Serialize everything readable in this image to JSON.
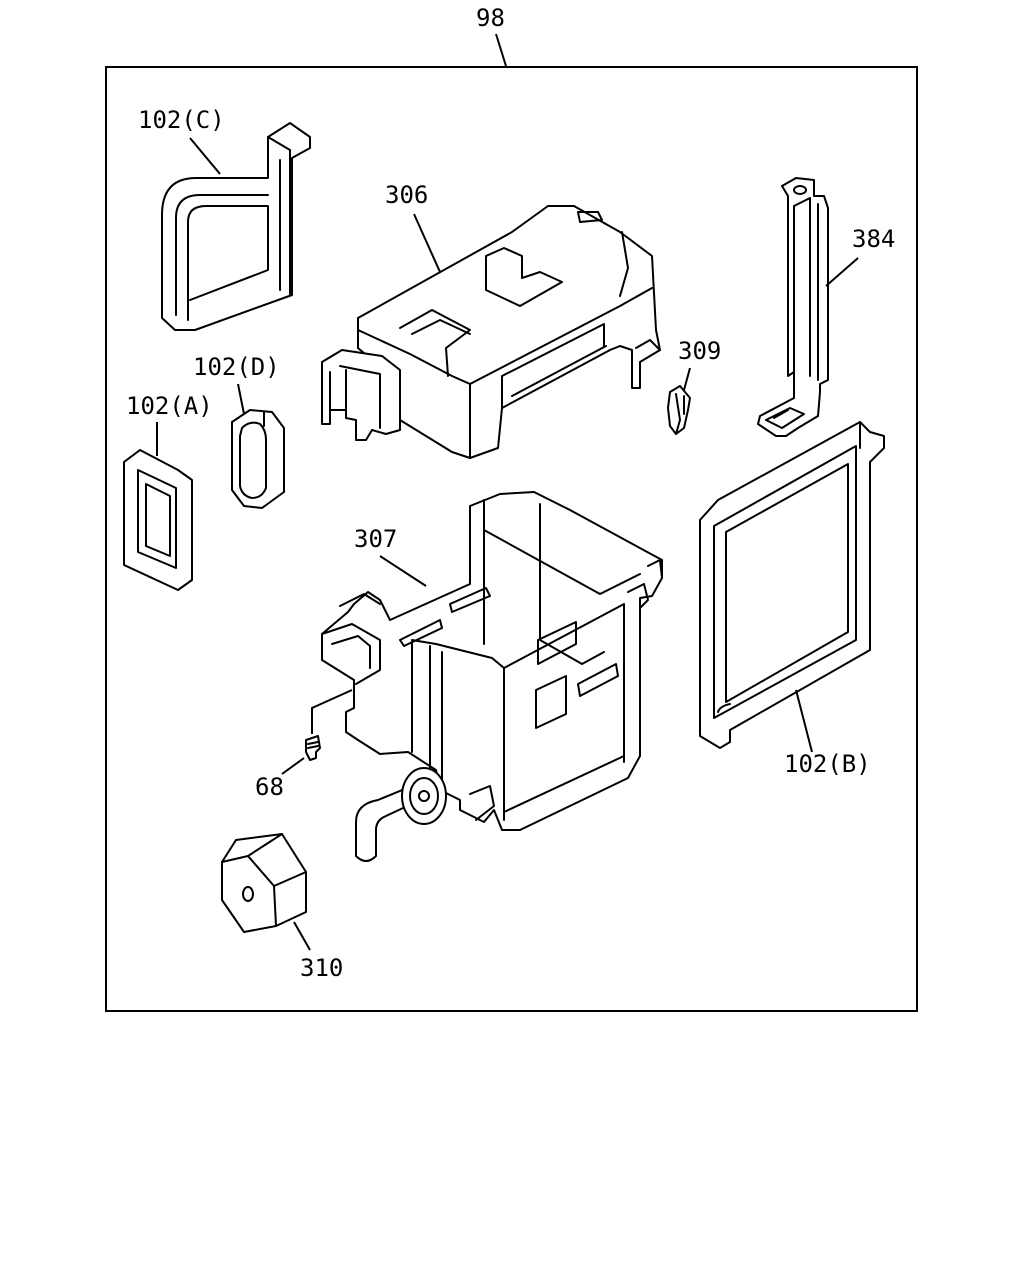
{
  "assembly_label": "98",
  "callouts": {
    "frame_c": "102(C)",
    "frame_d": "102(D)",
    "frame_a": "102(A)",
    "frame_b": "102(B)",
    "upper_case": "306",
    "lower_case": "307",
    "clip": "309",
    "bracket": "384",
    "screw": "68",
    "cushion": "310"
  }
}
